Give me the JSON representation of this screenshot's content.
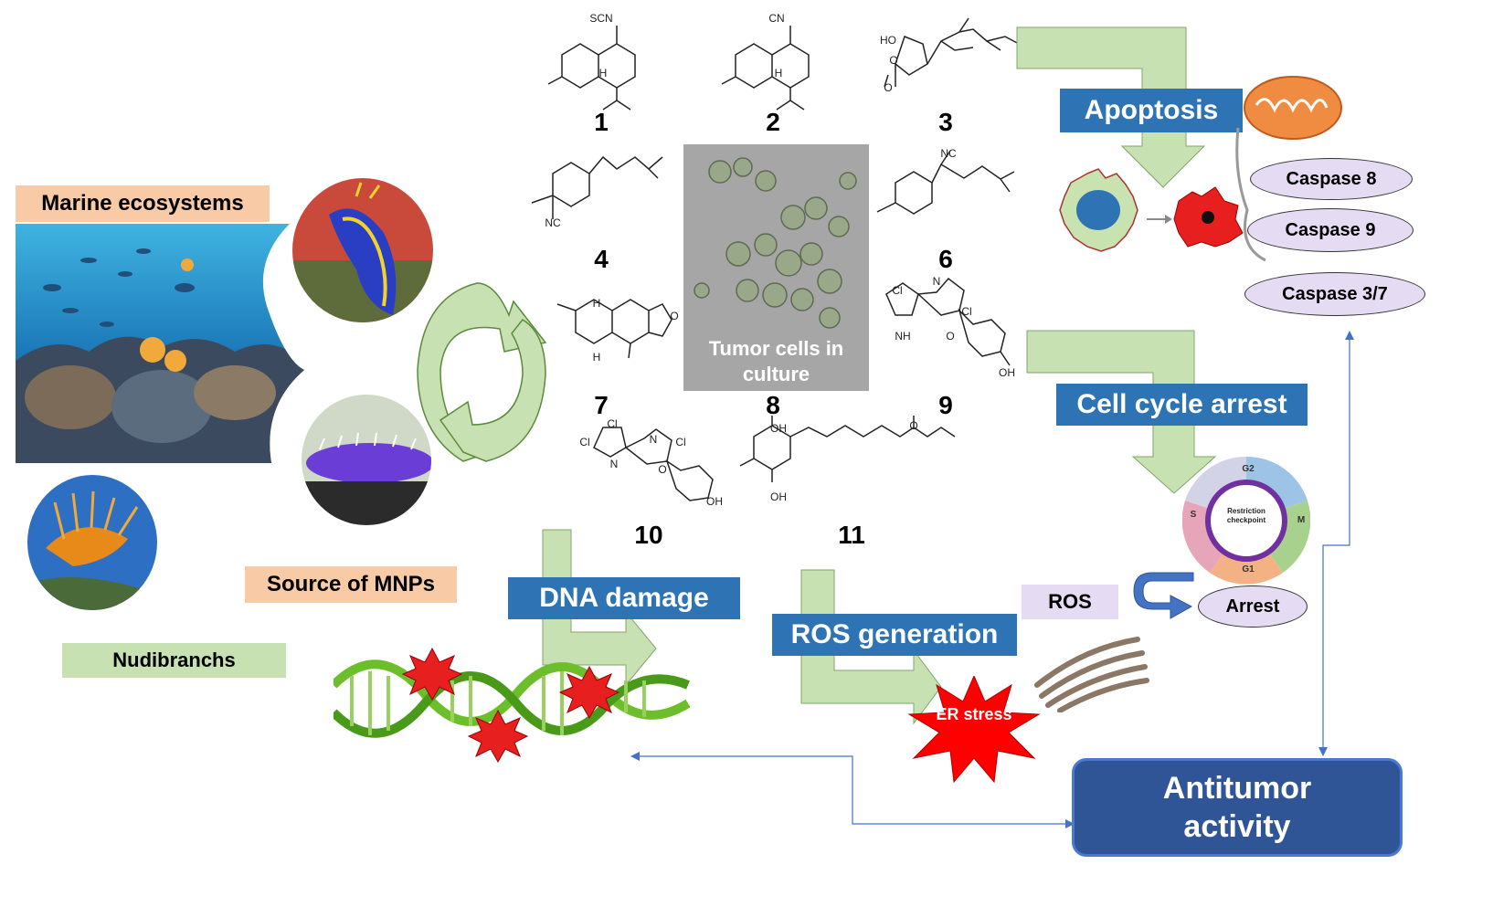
{
  "labels": {
    "marine_ecosystems": "Marine ecosystems",
    "source_of_mnps": "Source of MNPs",
    "nudibranchs": "Nudibranchs",
    "tumor_cells": "Tumor cells in culture",
    "apoptosis": "Apoptosis",
    "cell_cycle_arrest": "Cell cycle arrest",
    "dna_damage": "DNA damage",
    "ros_generation": "ROS generation",
    "ros": "ROS",
    "er_stress": "ER stress",
    "antitumor_activity": "Antitumor activity",
    "arrest": "Arrest"
  },
  "caspases": [
    "Caspase 8",
    "Caspase 9",
    "Caspase 3/7"
  ],
  "cell_cycle": {
    "phases": [
      "G2",
      "M",
      "G1",
      "S"
    ],
    "center": "Restriction checkpoint"
  },
  "compounds": [
    "1",
    "2",
    "3",
    "4",
    "6",
    "7",
    "8",
    "9",
    "10",
    "11"
  ],
  "chem_text": {
    "scn": "SCN",
    "cn": "CN",
    "h": "H",
    "ho": "HO",
    "o": "O",
    "nc": "NC",
    "cl": "Cl",
    "n": "N",
    "nh": "NH",
    "oh": "OH"
  },
  "colors": {
    "blue": "#2e74b5",
    "dark_blue": "#2f5597",
    "light_green": "#c7e1b2",
    "peach": "#f8cba6",
    "lavender": "#e5dcf3",
    "red": "#e81f1f"
  }
}
